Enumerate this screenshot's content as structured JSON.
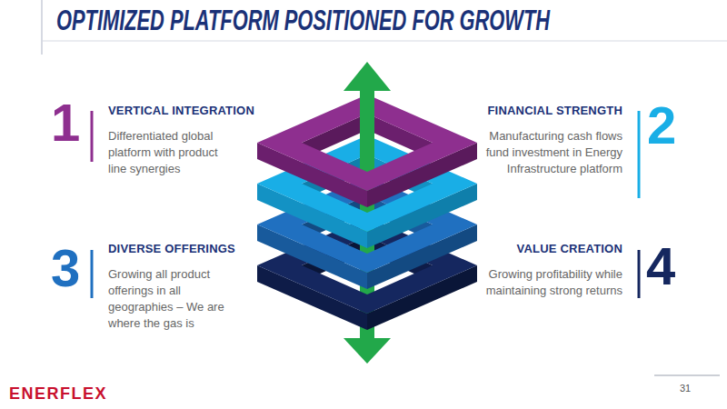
{
  "diagram": {
    "title": "OPTIMIZED PLATFORM POSITIONED FOR GROWTH",
    "nodes": [
      {
        "text": [
          "VERTICAL INTEGRATION",
          "Differentiated global platform with product line synergies"
        ]
      },
      {
        "text": [
          "FINANCIAL STRENGTH",
          "Manufacturing cash flows fund investment in Energy Infrastructure platform"
        ]
      },
      {
        "text": [
          "DIVERSE OFFERINGS",
          "Growing all product offerings in all geographies – We are where the gas is"
        ]
      },
      {
        "text": [
          "VALUE CREATION",
          "Growing profitability while maintaining strong returns"
        ]
      }
    ],
    "labels": [
      "1",
      "2",
      "3",
      "4",
      "ENERFLEX",
      "31"
    ]
  }
}
